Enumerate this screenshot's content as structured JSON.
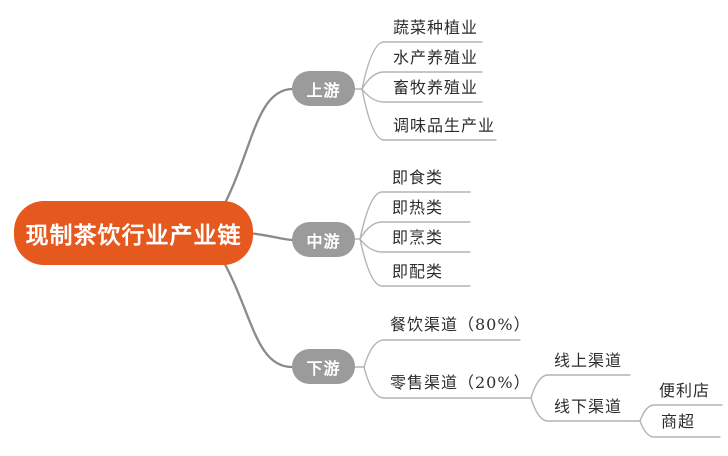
{
  "root": {
    "label": "现制茶饮行业产业链"
  },
  "branches": [
    {
      "label": "上游",
      "children": [
        "蔬菜种植业",
        "水产养殖业",
        "畜牧养殖业",
        "调味品生产业"
      ]
    },
    {
      "label": "中游",
      "children": [
        "即食类",
        "即热类",
        "即烹类",
        "即配类"
      ]
    },
    {
      "label": "下游",
      "children": [
        "餐饮渠道（80%）",
        "零售渠道（20%）"
      ]
    }
  ],
  "retail": {
    "children": [
      "线上渠道",
      "线下渠道"
    ]
  },
  "offline": {
    "children": [
      "便利店",
      "商超"
    ]
  },
  "colors": {
    "root_bg": "#e5581e",
    "branch_bg": "#9b9b9b",
    "main_line": "#8a8a8a",
    "thin_line": "#b4b4b4",
    "leaf_text": "#2d2d2d"
  }
}
